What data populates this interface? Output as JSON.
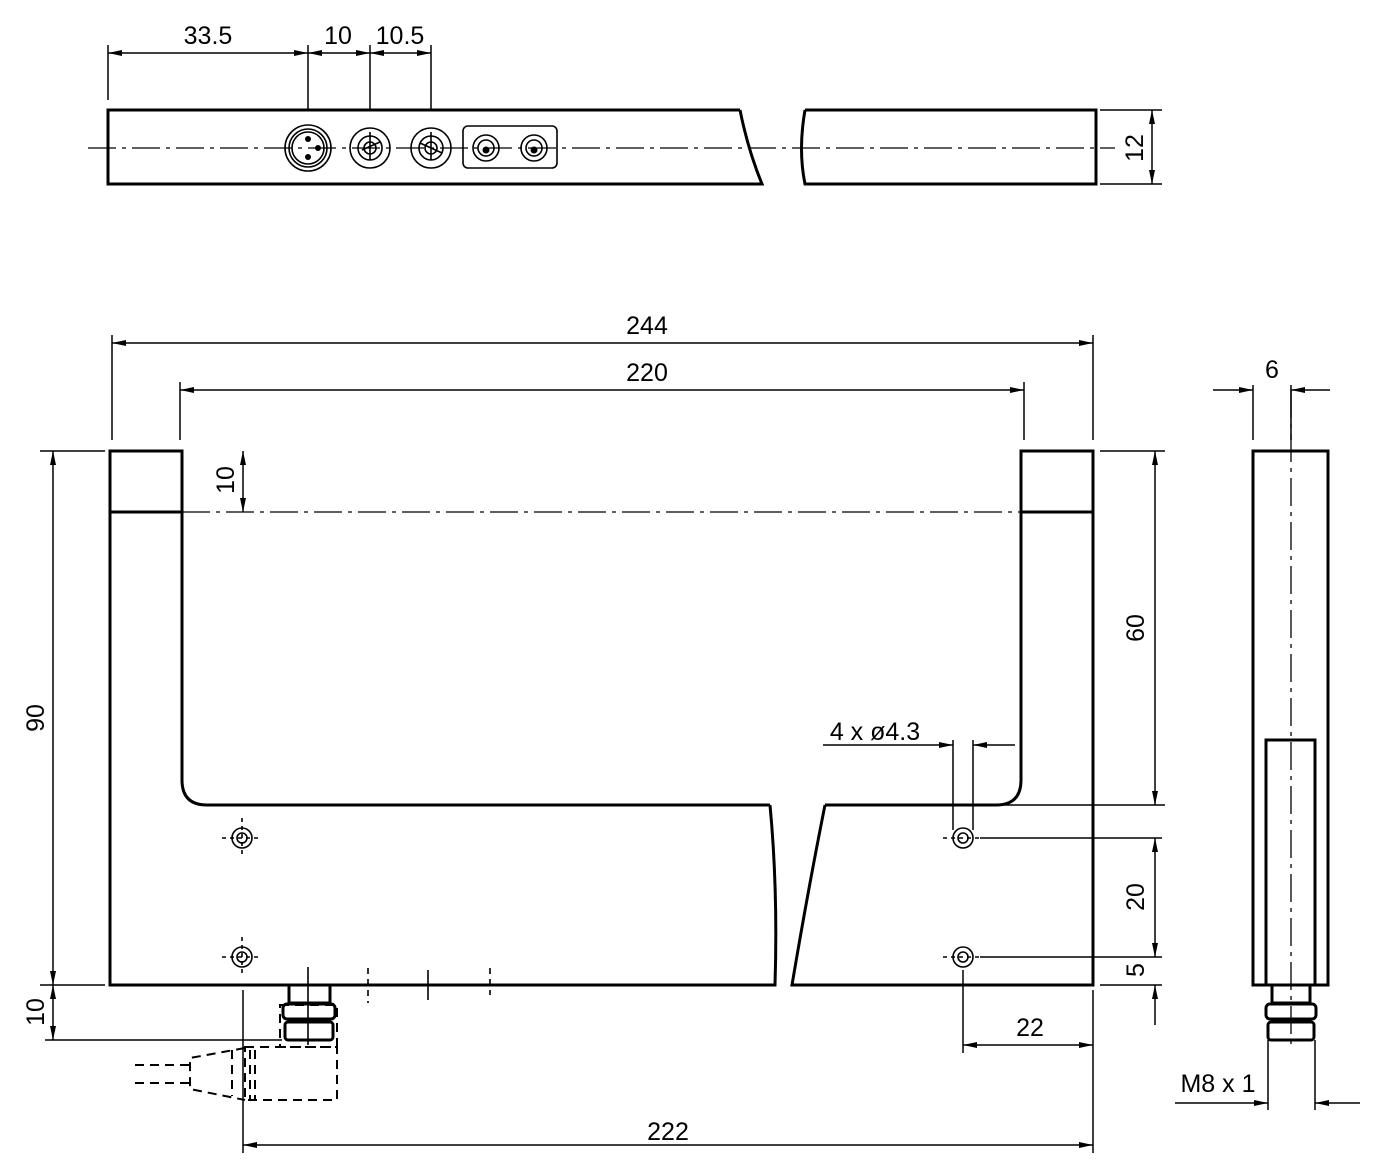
{
  "title": "Fork sensor dimensional drawing",
  "top_view": {
    "dims": {
      "d1": "33.5",
      "d2": "10",
      "d3": "10.5",
      "height": "12"
    }
  },
  "front_view": {
    "dims": {
      "overall_width": "244",
      "inner_width": "220",
      "height": "90",
      "axis_offset": "10",
      "bottom_offset": "10",
      "arm_depth": "60",
      "hole_spacing": "20",
      "hole_edge": "5",
      "hole_offset": "22",
      "hole_span": "222",
      "holes": "4 x ø4.3"
    }
  },
  "side_view": {
    "dims": {
      "width": "6",
      "thread": "M8 x 1"
    }
  }
}
